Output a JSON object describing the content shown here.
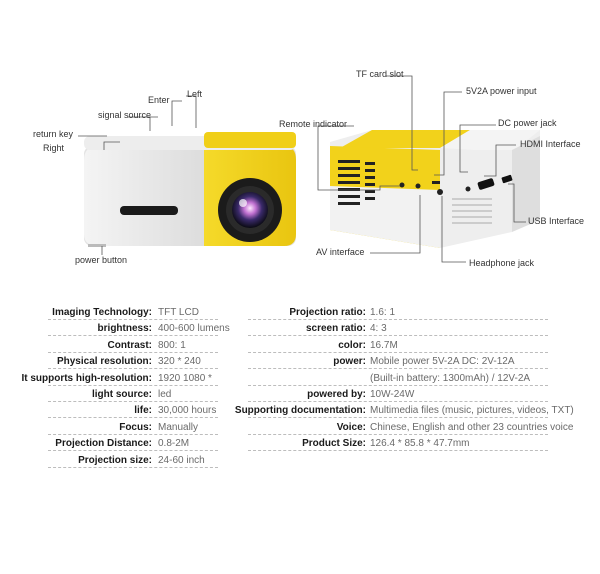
{
  "callouts_front": {
    "enter": "Enter",
    "left": "Left",
    "signal_source": "signal source",
    "return_key": "return key",
    "right": "Right",
    "power_button": "power button"
  },
  "callouts_back": {
    "tf_card_slot": "TF card slot",
    "power_input": "5V2A power input",
    "remote_indicator": "Remote indicator",
    "dc_power_jack": "DC power jack",
    "hdmi_interface": "HDMI Interface",
    "usb_interface": "USB Interface",
    "av_interface": "AV interface",
    "headphone_jack": "Headphone jack"
  },
  "specs_left": [
    {
      "key": "Imaging Technology:",
      "value": "TFT LCD"
    },
    {
      "key": "brightness:",
      "value": "400-600 lumens"
    },
    {
      "key": "Contrast:",
      "value": "800: 1"
    },
    {
      "key": "Physical resolution:",
      "value": "320 * 240"
    },
    {
      "key": "It supports high-resolution:",
      "value": "1920 1080 *"
    },
    {
      "key": "light source:",
      "value": "led"
    },
    {
      "key": "life:",
      "value": "30,000 hours"
    },
    {
      "key": "Focus:",
      "value": "Manually"
    },
    {
      "key": "Projection Distance:",
      "value": "0.8-2M"
    },
    {
      "key": "Projection size:",
      "value": "24-60 inch"
    }
  ],
  "specs_right": [
    {
      "key": "Projection ratio:",
      "value": "1.6: 1"
    },
    {
      "key": "screen ratio:",
      "value": "4: 3"
    },
    {
      "key": "color:",
      "value": "16.7M"
    },
    {
      "key": "power:",
      "value": "Mobile power 5V-2A DC: 2V-12A"
    },
    {
      "key": "",
      "value": "(Built-in battery: 1300mAh) / 12V-2A"
    },
    {
      "key": "powered by:",
      "value": "10W-24W"
    },
    {
      "key": "Supporting documentation:",
      "value": "Multimedia files (music, pictures, videos, TXT)"
    },
    {
      "key": "Voice:",
      "value": "Chinese, English and other 23 countries voice"
    },
    {
      "key": "Product Size:",
      "value": "126.4 * 85.8 * 47.7mm"
    }
  ],
  "colors": {
    "yellow": "#f2d21b",
    "white_body": "#eeeeee",
    "callout_line": "#555555"
  }
}
